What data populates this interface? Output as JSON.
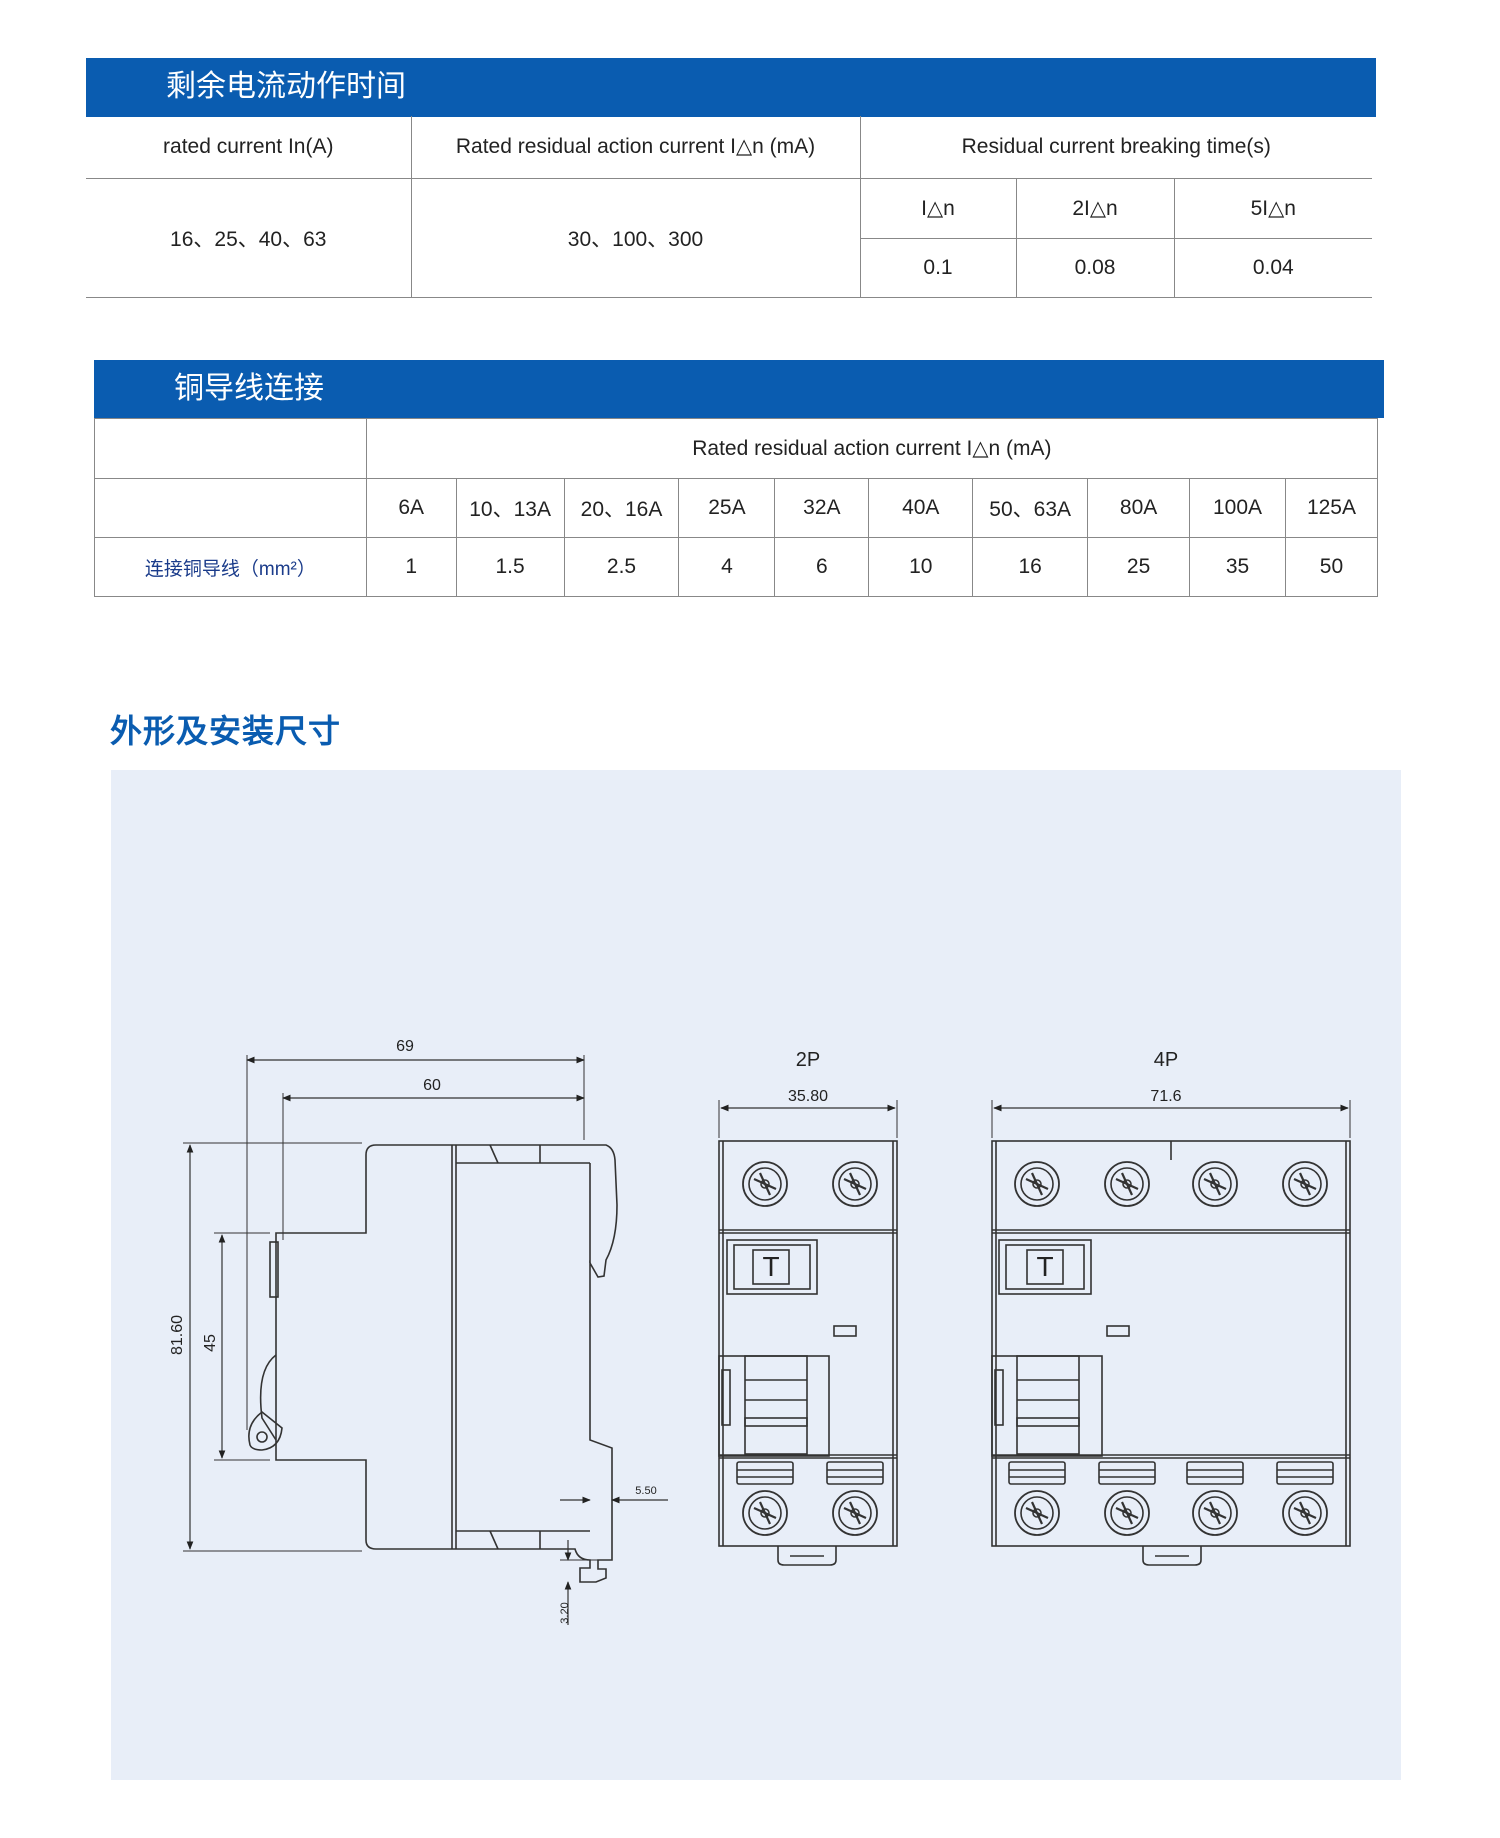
{
  "section1": {
    "title": "剩余电流动作时间",
    "headers": {
      "rated_current": "rated current  In(A)",
      "rated_residual": "Rated residual action current  I△n  (mA)",
      "breaking_time": "Residual current breaking time(s)"
    },
    "sub_headers": [
      "I△n",
      "2I△n",
      "5I△n"
    ],
    "rated_current_values": "16、25、40、63",
    "residual_values": "30、100、300",
    "times": [
      "0.1",
      "0.08",
      "0.04"
    ]
  },
  "section2": {
    "title": "铜导线连接",
    "header": "Rated residual action current  I△n  (mA)",
    "currents": [
      "6A",
      "10、13A",
      "20、16A",
      "25A",
      "32A",
      "40A",
      "50、63A",
      "80A",
      "100A",
      "125A"
    ],
    "row_label": "连接铜导线（mm²）",
    "sections": [
      "1",
      "1.5",
      "2.5",
      "4",
      "6",
      "10",
      "16",
      "25",
      "35",
      "50"
    ]
  },
  "section3": {
    "title": "外形及安装尺寸"
  },
  "drawing": {
    "dim_69": "69",
    "dim_60": "60",
    "dim_8160": "81.60",
    "dim_45": "45",
    "dim_550": "5.50",
    "dim_320": "3.20",
    "label_2p": "2P",
    "dim_3580": "35.80",
    "label_4p": "4P",
    "dim_716": "71.6",
    "test_button_glyph": "T"
  },
  "colors": {
    "accent": "#0a5cb0",
    "panel_bg": "#e8eef8",
    "label_blue": "#1a3b8a"
  }
}
